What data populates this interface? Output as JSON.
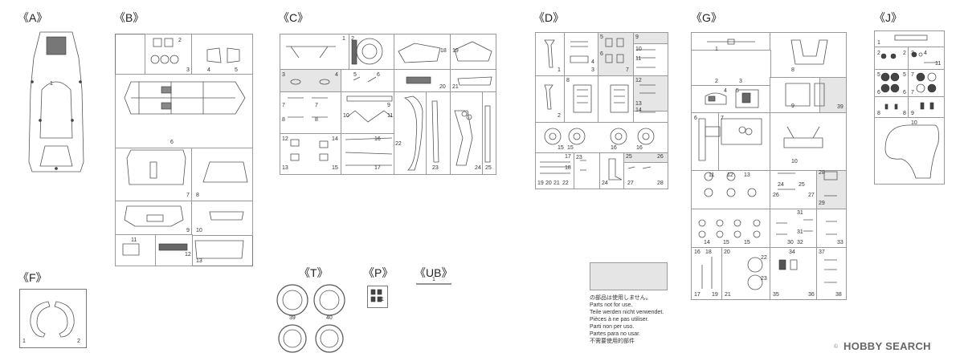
{
  "sprues": {
    "A": {
      "label": "《A》",
      "parts": [
        "1"
      ]
    },
    "B": {
      "label": "《B》",
      "parts": [
        "2",
        "3",
        "4",
        "5",
        "6",
        "7",
        "8",
        "9",
        "10",
        "11",
        "12",
        "13"
      ]
    },
    "C": {
      "label": "《C》",
      "parts": [
        "1",
        "2",
        "3",
        "4",
        "5",
        "6",
        "7",
        "7",
        "8",
        "8",
        "9",
        "10",
        "11",
        "12",
        "13",
        "14",
        "15",
        "16",
        "17",
        "18",
        "19",
        "20",
        "21",
        "22",
        "23",
        "24",
        "25"
      ]
    },
    "D": {
      "label": "《D》",
      "parts": [
        "1",
        "2",
        "3",
        "4",
        "5",
        "6",
        "7",
        "8",
        "9",
        "10",
        "11",
        "12",
        "13",
        "14",
        "15",
        "15",
        "16",
        "16",
        "17",
        "18",
        "19",
        "20",
        "21",
        "22",
        "23",
        "24",
        "25",
        "26",
        "27",
        "28"
      ]
    },
    "G": {
      "label": "《G》",
      "parts": [
        "1",
        "2",
        "3",
        "4",
        "5",
        "6",
        "7",
        "8",
        "9",
        "10",
        "11",
        "12",
        "13",
        "14",
        "15",
        "15",
        "16",
        "17",
        "18",
        "19",
        "20",
        "21",
        "22",
        "23",
        "24",
        "25",
        "26",
        "27",
        "28",
        "29",
        "30",
        "31",
        "31",
        "32",
        "33",
        "34",
        "35",
        "36",
        "37",
        "38",
        "39"
      ]
    },
    "J": {
      "label": "《J》",
      "parts": [
        "1",
        "2",
        "2",
        "3",
        "4",
        "5",
        "5",
        "6",
        "6",
        "7",
        "7",
        "8",
        "8",
        "9",
        "10",
        "11"
      ]
    },
    "F": {
      "label": "《F》",
      "parts": [
        "1",
        "2"
      ]
    },
    "T": {
      "label": "《T》",
      "parts": [
        "39",
        "40"
      ]
    },
    "P": {
      "label": "《P》",
      "parts": [
        "1"
      ]
    },
    "UB": {
      "label": "《UB》",
      "parts": [
        "1"
      ]
    }
  },
  "notice": {
    "lines": [
      "の部品は使用しません。",
      "Parts not for use.",
      "Teile werden nicht verwendet.",
      "Pièces à ne pas utiliser.",
      "Parti non per uso.",
      "Partes para no usar.",
      "不需要使用的部件"
    ]
  },
  "watermark": {
    "text": "HOBBY SEARCH",
    "mark": "©"
  }
}
